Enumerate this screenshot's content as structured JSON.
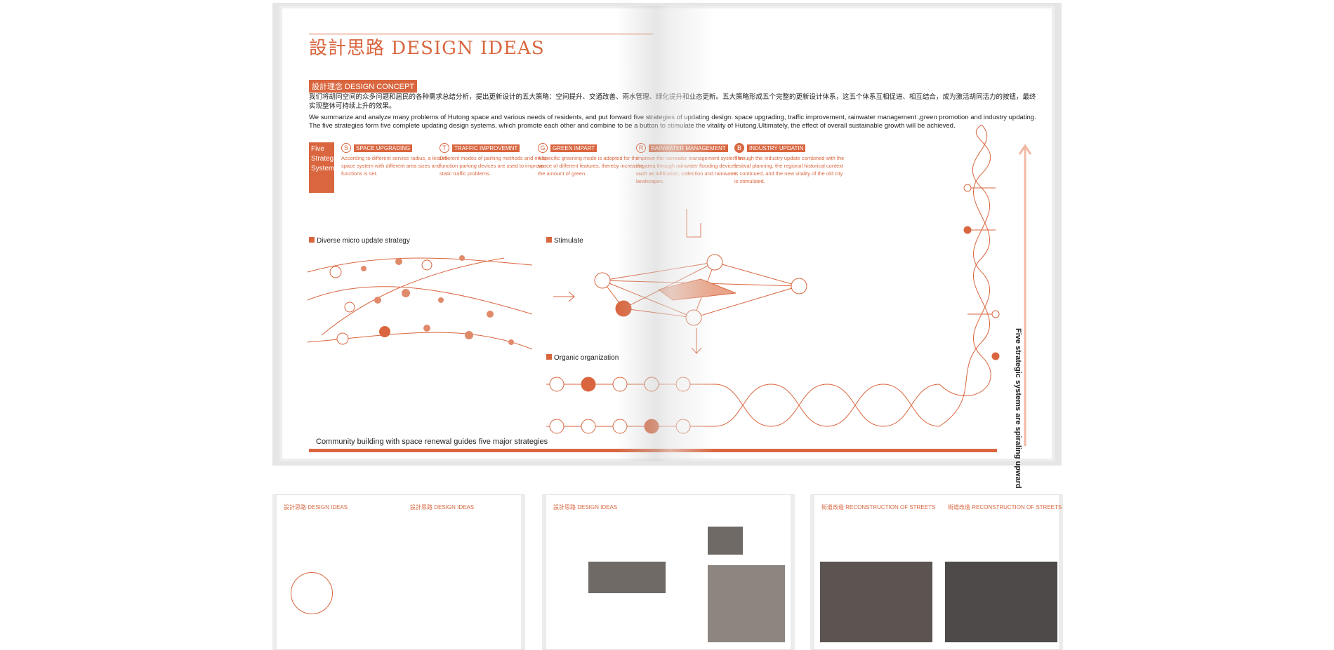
{
  "page": {
    "title": "設計思路 DESIGN IDEAS",
    "concept_label": "設計理念 DESIGN CONCEPT",
    "cn_text": "我们将胡同空间的众多问题和居民的各种需求总结分析，提出更新设计的五大策略：空间提升、交通改善、雨水管理、绿化提升和业态更新。五大策略形成五个完整的更新设计体系，这五个体系互相促进、相互结合，成为激活胡同活力的按钮，最终实现整体可持续上升的效果。",
    "en_text": "We summarize and analyze many problems of Hutong space and various needs of residents, and put forward five strategies of updating design: space upgrading, traffic improvement, rainwater management ,green promotion and industry updating. The five strategies form five complete updating design systems, which promote each other and combine to be a button to stimulate the vitality of Hutong.Ultimately, the effect of overall sustainable growth will be achieved.",
    "five_systems": "Five Strategic Systems",
    "strategies": [
      {
        "letter": "S",
        "name": "SPACE UPGRADING",
        "text": "According to different service radius, a leisure space system with different area sizes and functions is set."
      },
      {
        "letter": "T",
        "name": "TRAFFIC IMPROVEMNT",
        "text": "Different modes of parking methods and multi-function parking devices are used to improve static traffic problems."
      },
      {
        "letter": "G",
        "name": "GREEN IMPART",
        "text": "A specific greening mode is adopted for the space of different features, thereby increasing the amount of green ."
      },
      {
        "letter": "R",
        "name": "RAINWATER MANAGEMENT",
        "text": "Improve the rainwater management system in the area through rainwater flooding devices such as infiltration, collection and rainwater landscapes."
      },
      {
        "letter": "B",
        "name": "INDUSTRY UPDATIN",
        "text": "Through the industry update combined with the festival planning, the regional historical context is continued, and the new vitality of the old city is stimulated."
      }
    ],
    "sections": {
      "diverse": "Diverse micro update strategy",
      "stimulate": "Stimulate",
      "organic": "Organic organization"
    },
    "bottom_text": "Community building with space renewal  guides five major strategies",
    "vertical_text": "Five strategic systems are spiraling upward"
  },
  "thumbnails": [
    {
      "left": "設計思路 DESIGN IDEAS",
      "right": "設計思路 DESIGN IDEAS"
    },
    {
      "left": "設計思路 DESIGN IDEAS",
      "right": ""
    },
    {
      "left": "街道改造 RECONSTRUCTION OF STREETS",
      "right": "街道改造 RECONSTRUCTION OF STREETS"
    }
  ],
  "colors": {
    "accent": "#d9663f"
  }
}
